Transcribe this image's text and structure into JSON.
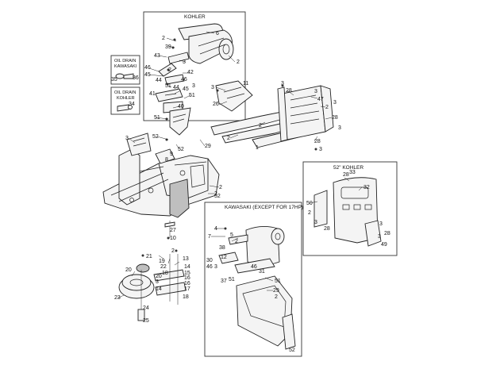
{
  "panels": {
    "kohler": "KOHLER",
    "oil_drain_kawasaki": [
      "OIL DRAIN",
      "KAWASAKI"
    ],
    "oil_drain_kohler": [
      "OIL DRAIN",
      "KOHLER"
    ],
    "kohler_52": "52\" KOHLER",
    "kawasaki": "KAWASAKI (EXCEPT FOR 17HP)"
  },
  "callouts": [
    "6",
    "2",
    "39",
    "2",
    "43",
    "3",
    "46",
    "45",
    "44",
    "42",
    "46",
    "44",
    "2",
    "51",
    "41",
    "45",
    "40",
    "51",
    "3",
    "35",
    "36",
    "34",
    "3",
    "11",
    "26",
    "28",
    "3",
    "3",
    "47",
    "2",
    "3",
    "28",
    "3",
    "28",
    "3",
    "2",
    "2",
    "1",
    "51",
    "52",
    "52",
    "29",
    "3",
    "9",
    "8",
    "2",
    "2",
    "52",
    "28",
    "33",
    "32",
    "50",
    "2",
    "3",
    "28",
    "3",
    "28",
    "3",
    "49",
    "27",
    "10",
    "4",
    "7",
    "5",
    "2",
    "38",
    "12",
    "30",
    "46",
    "3",
    "37",
    "51",
    "46",
    "31",
    "51",
    "29",
    "2",
    "52",
    "21",
    "2",
    "19",
    "20",
    "13",
    "22",
    "14",
    "18",
    "15",
    "20",
    "16",
    "3",
    "16",
    "17",
    "14",
    "23",
    "18",
    "24",
    "25"
  ]
}
